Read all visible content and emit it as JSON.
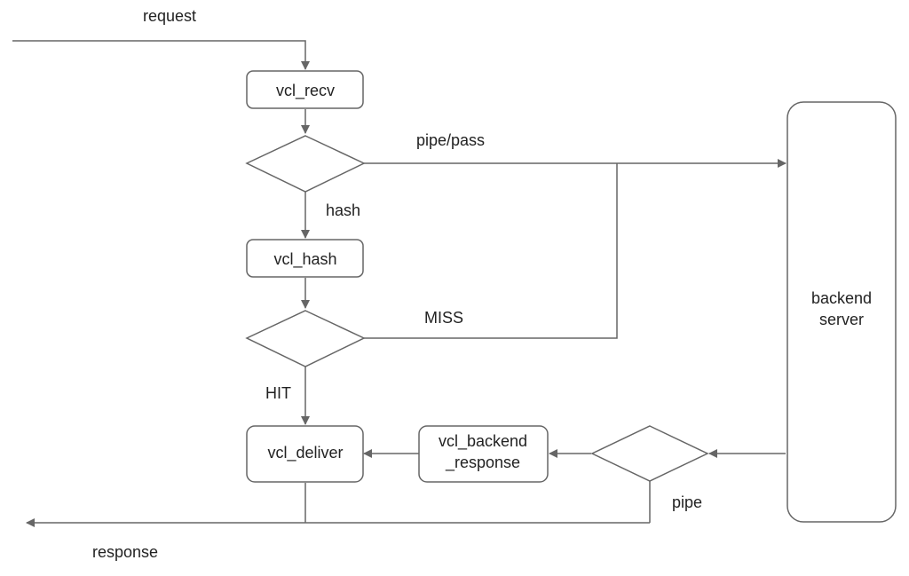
{
  "labels": {
    "request": "request",
    "response": "response",
    "pipe_pass": "pipe/pass",
    "hash": "hash",
    "miss": "MISS",
    "hit": "HIT",
    "pipe": "pipe"
  },
  "nodes": {
    "vcl_recv": "vcl_recv",
    "vcl_hash": "vcl_hash",
    "vcl_deliver": "vcl_deliver",
    "vcl_backend_response_line1": "vcl_backend",
    "vcl_backend_response_line2": "_response",
    "backend_server_line1": "backend",
    "backend_server_line2": "server"
  },
  "colors": {
    "stroke": "#666666",
    "text": "#222222",
    "background": "#ffffff"
  }
}
